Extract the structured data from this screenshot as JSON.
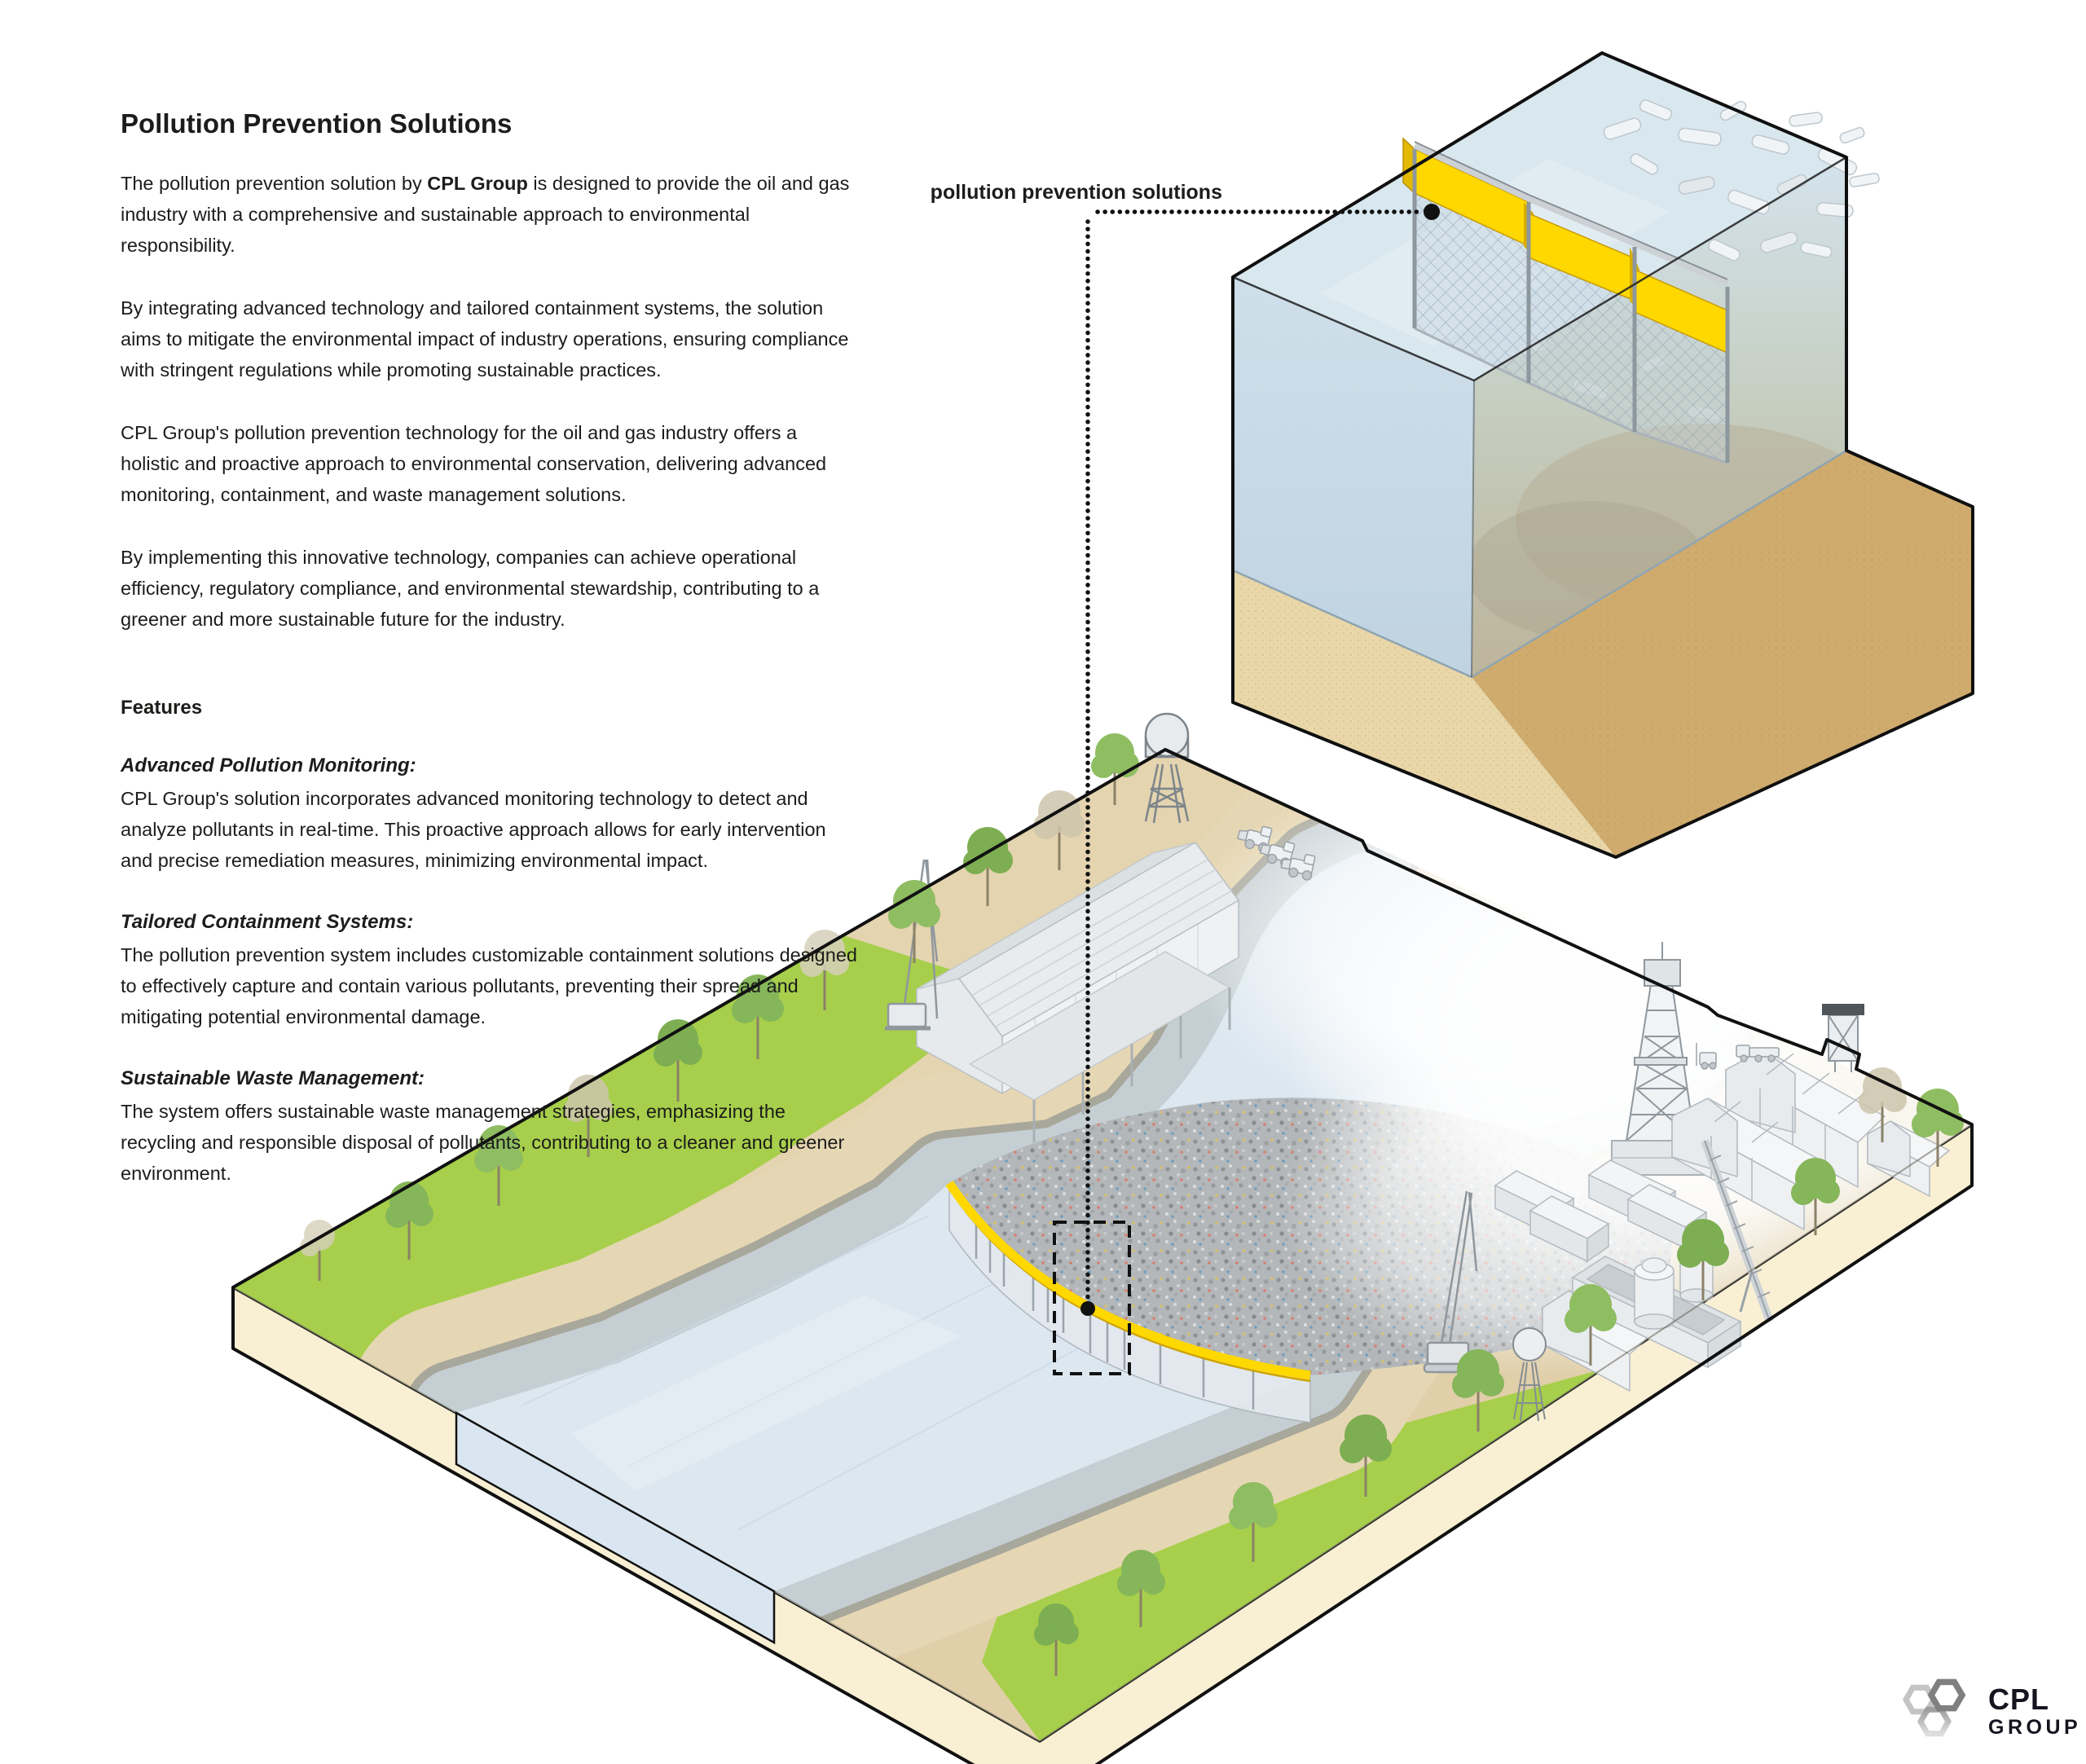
{
  "article": {
    "title": "Pollution Prevention Solutions",
    "intro": {
      "pre": "The pollution prevention solution by ",
      "brand": "CPL Group",
      "post": " is designed to provide the oil and gas industry with a comprehensive and sustainable approach to environmental responsibility."
    },
    "paragraphs": [
      "By integrating advanced technology and tailored containment systems, the solution aims to mitigate the environmental impact of industry operations, ensuring compliance with stringent regulations while promoting sustainable practices.",
      "CPL Group's pollution prevention technology for the oil and gas industry offers a holistic and proactive approach to environmental conservation, delivering advanced monitoring, containment, and waste management solutions.",
      "By implementing this innovative technology, companies can achieve operational efficiency, regulatory compliance, and environmental stewardship, contributing to a greener and more sustainable future for the industry."
    ],
    "features": {
      "heading": "Features",
      "items": [
        {
          "title": "Advanced Pollution Monitoring:",
          "body": "CPL Group's solution incorporates advanced monitoring technology to detect and analyze pollutants in real-time. This proactive approach allows for early intervention and precise remediation measures, minimizing environmental impact."
        },
        {
          "title": "Tailored Containment Systems:",
          "body": "The pollution prevention system includes customizable containment solutions designed to effectively capture and contain various pollutants, preventing their spread and mitigating potential environmental damage."
        },
        {
          "title": "Sustainable Waste Management:",
          "body": "The system offers sustainable waste management strategies, emphasizing the recycling and responsible disposal of pollutants, contributing to a cleaner and greener environment."
        }
      ]
    }
  },
  "callout": {
    "label": "pollution prevention solutions"
  },
  "logo": {
    "text": "CPL",
    "subtext": "GROUP",
    "icon": "hexagon-cluster-icon"
  },
  "palette": {
    "accent_yellow": "#FFD800",
    "grass_green": "#A7CF4B",
    "sand_tan": "#E0CFA9",
    "water_blue": "#DCE7F0",
    "ink": "#1C1C1A"
  }
}
